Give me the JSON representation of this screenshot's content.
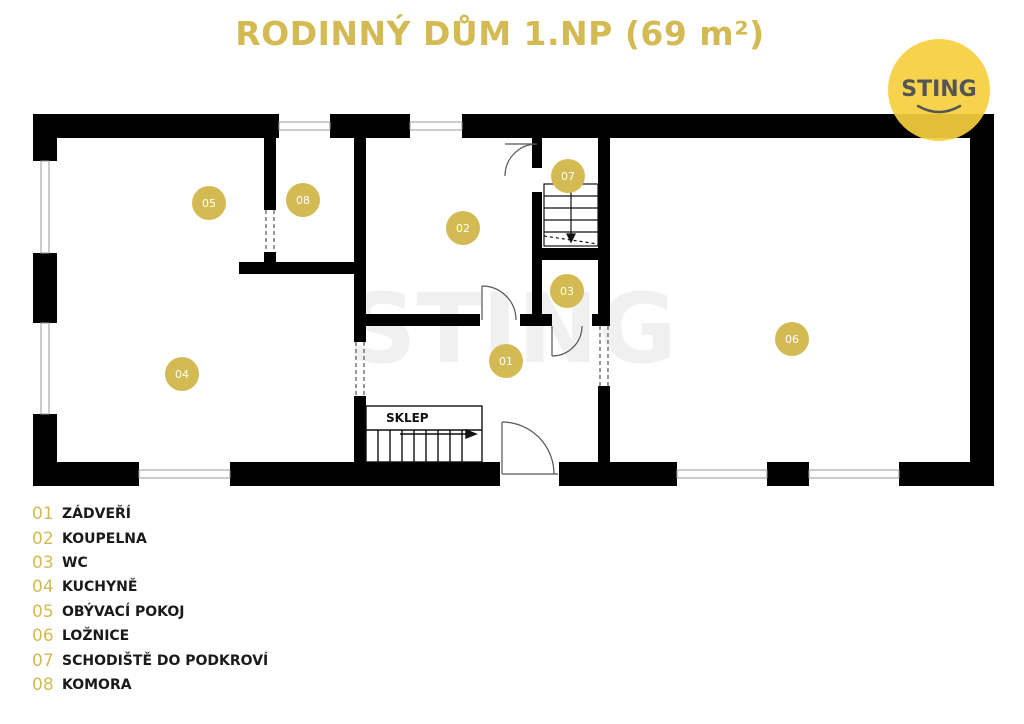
{
  "title": "RODINNÝ DŮM 1.NP (69 m²)",
  "logo": {
    "text": "STING",
    "color": "#f6cf3e"
  },
  "watermark": "STING",
  "colors": {
    "accent": "#d3ba52",
    "wall": "#000000",
    "marker": "#d3ba52"
  },
  "plan": {
    "stair_label": "SKLEP",
    "rooms": [
      {
        "id": "01",
        "label": "ZÁDVEŘÍ"
      },
      {
        "id": "02",
        "label": "KOUPELNA"
      },
      {
        "id": "03",
        "label": "WC"
      },
      {
        "id": "04",
        "label": "KUCHYNĚ"
      },
      {
        "id": "05",
        "label": "OBÝVACÍ POKOJ"
      },
      {
        "id": "06",
        "label": "LOŽNICE"
      },
      {
        "id": "07",
        "label": "SCHODIŠTĚ DO PODKROVÍ"
      },
      {
        "id": "08",
        "label": "KOMORA"
      }
    ]
  }
}
